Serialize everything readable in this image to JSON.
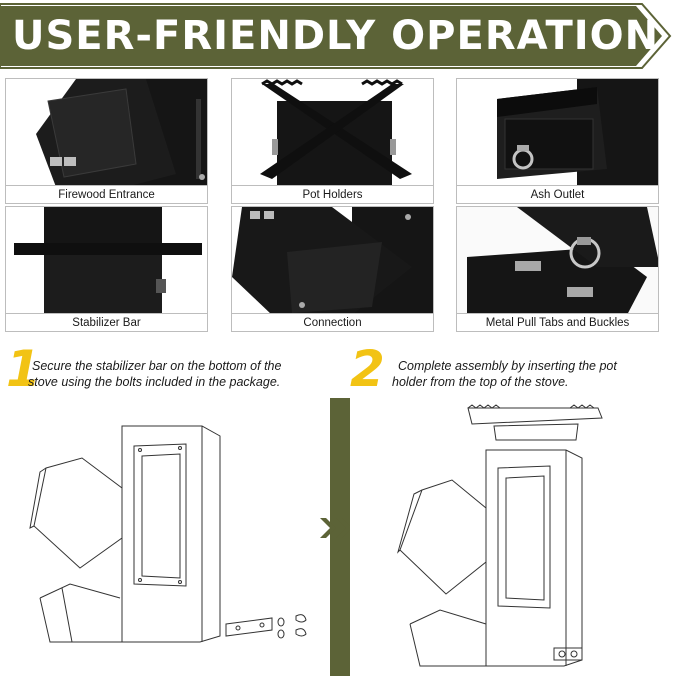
{
  "banner": {
    "title": "USER-FRIENDLY OPERATION",
    "color": "#5c6337"
  },
  "features": [
    {
      "caption": "Firewood Entrance",
      "icon": "firewood-entrance-photo"
    },
    {
      "caption": "Pot Holders",
      "icon": "pot-holders-photo"
    },
    {
      "caption": "Ash Outlet",
      "icon": "ash-outlet-photo"
    },
    {
      "caption": "Stabilizer Bar",
      "icon": "stabilizer-bar-photo"
    },
    {
      "caption": "Connection",
      "icon": "connection-photo"
    },
    {
      "caption": "Metal Pull Tabs and Buckles",
      "icon": "pull-tabs-photo"
    }
  ],
  "steps": [
    {
      "number": "1",
      "text_line1": "Secure the stabilizer bar on the bottom of the",
      "text_line2": "stove using the bolts included in the package."
    },
    {
      "number": "2",
      "text_line1": "Complete assembly by inserting the pot",
      "text_line2": "holder from the top of the stove."
    }
  ],
  "colors": {
    "accent_yellow": "#f2c314",
    "olive": "#5c6337",
    "product_black": "#151515"
  }
}
